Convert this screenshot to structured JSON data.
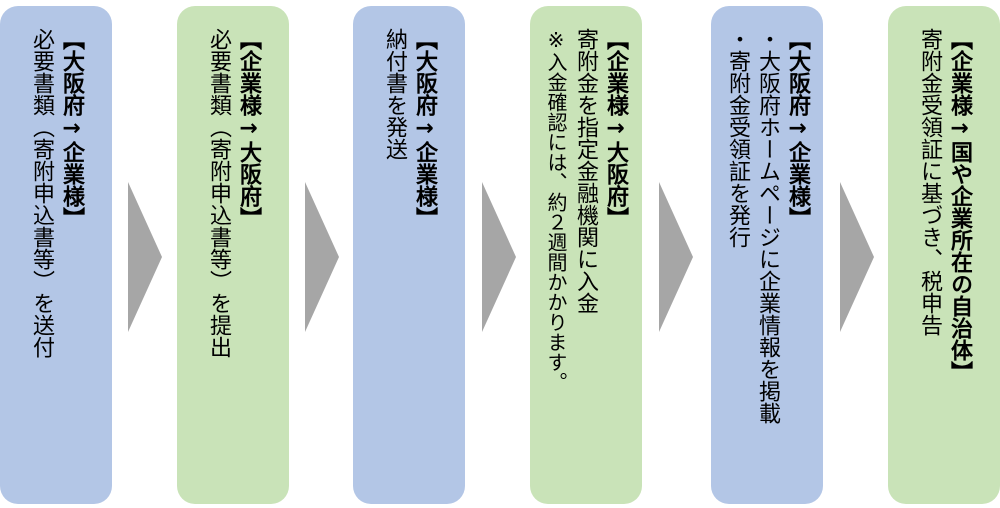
{
  "steps": [
    {
      "heading": "【大阪府→企業様】",
      "lines": [
        "必要書類（寄附申込書等）を送付"
      ],
      "color": "#b3c6e6"
    },
    {
      "heading": "【企業様→大阪府】",
      "lines": [
        "必要書類（寄附申込書等）を提出"
      ],
      "color": "#c9e3b8"
    },
    {
      "heading": "【大阪府→企業様】",
      "lines": [
        "納付書を発送"
      ],
      "color": "#b3c6e6"
    },
    {
      "heading": "【企業様→大阪府】",
      "lines": [
        "寄附金を指定金融機関に入金"
      ],
      "note": "※入金確認には、約２週間かかります。",
      "color": "#c9e3b8"
    },
    {
      "heading": "【大阪府→企業様】",
      "lines": [
        "・大阪府ホームページに企業情報を掲載",
        "・寄附金受領証を発行"
      ],
      "color": "#b3c6e6"
    },
    {
      "heading": "【企業様→国や企業所在の自治体】",
      "lines": [
        "寄附金受領証に基づき、税申告"
      ],
      "color": "#c9e3b8"
    }
  ],
  "arrow_color": "#a6a6a6"
}
